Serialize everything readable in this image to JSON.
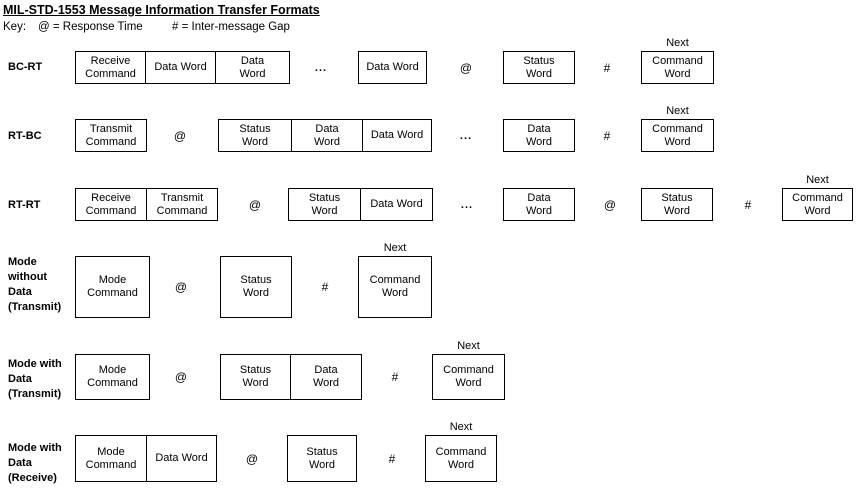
{
  "title": "MIL-STD-1553 Message Information Transfer Formats",
  "key": {
    "label": "Key:",
    "response_time": "@ = Response Time",
    "inter_message_gap": "# = Inter-message Gap"
  },
  "colors": {
    "ink": "#000000",
    "background": "#ffffff"
  },
  "rows": [
    {
      "id": "bc-rt",
      "label_lines": [
        "BC-RT"
      ],
      "items": [
        {
          "kind": "box",
          "lines": [
            "Receive",
            "Command"
          ]
        },
        {
          "kind": "box",
          "lines": [
            "Data Word"
          ]
        },
        {
          "kind": "box",
          "lines": [
            "Data",
            "Word"
          ]
        },
        {
          "kind": "ellipsis",
          "text": "..."
        },
        {
          "kind": "box",
          "lines": [
            "Data Word"
          ]
        },
        {
          "kind": "symbol",
          "text": "@"
        },
        {
          "kind": "box",
          "lines": [
            "Status",
            "Word"
          ]
        },
        {
          "kind": "symbol",
          "text": "#"
        },
        {
          "kind": "box",
          "lines": [
            "Command",
            "Word"
          ],
          "above": "Next"
        }
      ]
    },
    {
      "id": "rt-bc",
      "label_lines": [
        "RT-BC"
      ],
      "items": [
        {
          "kind": "box",
          "lines": [
            "Transmit",
            "Command"
          ]
        },
        {
          "kind": "symbol",
          "text": "@"
        },
        {
          "kind": "box",
          "lines": [
            "Status",
            "Word"
          ]
        },
        {
          "kind": "box",
          "lines": [
            "Data",
            "Word"
          ]
        },
        {
          "kind": "box",
          "lines": [
            "Data Word"
          ]
        },
        {
          "kind": "ellipsis",
          "text": "..."
        },
        {
          "kind": "box",
          "lines": [
            "Data",
            "Word"
          ]
        },
        {
          "kind": "symbol",
          "text": "#"
        },
        {
          "kind": "box",
          "lines": [
            "Command",
            "Word"
          ],
          "above": "Next"
        }
      ]
    },
    {
      "id": "rt-rt",
      "label_lines": [
        "RT-RT"
      ],
      "items": [
        {
          "kind": "box",
          "lines": [
            "Receive",
            "Command"
          ]
        },
        {
          "kind": "box",
          "lines": [
            "Transmit",
            "Command"
          ]
        },
        {
          "kind": "symbol",
          "text": "@"
        },
        {
          "kind": "box",
          "lines": [
            "Status",
            "Word"
          ]
        },
        {
          "kind": "box",
          "lines": [
            "Data Word"
          ]
        },
        {
          "kind": "ellipsis",
          "text": "..."
        },
        {
          "kind": "box",
          "lines": [
            "Data",
            "Word"
          ]
        },
        {
          "kind": "symbol",
          "text": "@"
        },
        {
          "kind": "box",
          "lines": [
            "Status",
            "Word"
          ]
        },
        {
          "kind": "symbol",
          "text": "#"
        },
        {
          "kind": "box",
          "lines": [
            "Command",
            "Word"
          ],
          "above": "Next"
        }
      ]
    },
    {
      "id": "mode-without-data-transmit",
      "label_lines": [
        "Mode",
        "without",
        "Data",
        "(Transmit)"
      ],
      "items": [
        {
          "kind": "box",
          "lines": [
            "Mode",
            "Command"
          ]
        },
        {
          "kind": "symbol",
          "text": "@"
        },
        {
          "kind": "box",
          "lines": [
            "Status",
            "Word"
          ]
        },
        {
          "kind": "symbol",
          "text": "#"
        },
        {
          "kind": "box",
          "lines": [
            "Command",
            "Word"
          ],
          "above": "Next"
        }
      ]
    },
    {
      "id": "mode-with-data-transmit",
      "label_lines": [
        "Mode with",
        "Data",
        "(Transmit)"
      ],
      "items": [
        {
          "kind": "box",
          "lines": [
            "Mode",
            "Command"
          ]
        },
        {
          "kind": "symbol",
          "text": "@"
        },
        {
          "kind": "box",
          "lines": [
            "Status",
            "Word"
          ]
        },
        {
          "kind": "box",
          "lines": [
            "Data",
            "Word"
          ]
        },
        {
          "kind": "symbol",
          "text": "#"
        },
        {
          "kind": "box",
          "lines": [
            "Command",
            "Word"
          ],
          "above": "Next"
        }
      ]
    },
    {
      "id": "mode-with-data-receive",
      "label_lines": [
        "Mode with",
        "Data",
        "(Receive)"
      ],
      "items": [
        {
          "kind": "box",
          "lines": [
            "Mode",
            "Command"
          ]
        },
        {
          "kind": "box",
          "lines": [
            "Data Word"
          ]
        },
        {
          "kind": "symbol",
          "text": "@"
        },
        {
          "kind": "box",
          "lines": [
            "Status",
            "Word"
          ]
        },
        {
          "kind": "symbol",
          "text": "#"
        },
        {
          "kind": "box",
          "lines": [
            "Command",
            "Word"
          ],
          "above": "Next"
        }
      ]
    }
  ]
}
